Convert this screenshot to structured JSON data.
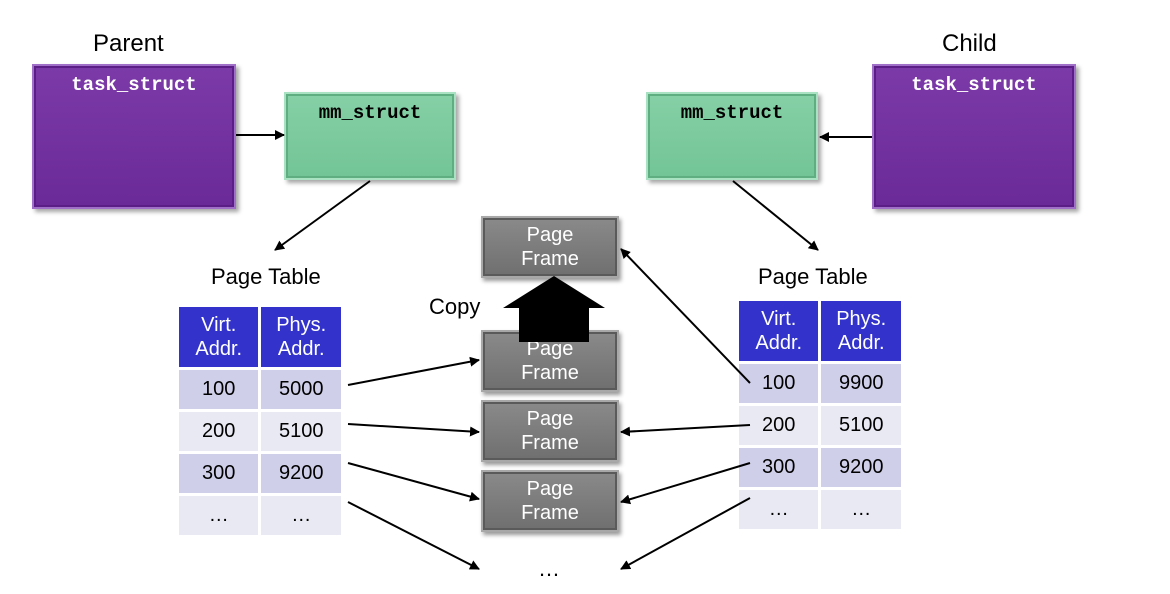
{
  "parent": {
    "title": "Parent",
    "task_struct": "task_struct",
    "mm_struct": "mm_struct",
    "page_table_title": "Page Table"
  },
  "child": {
    "title": "Child",
    "task_struct": "task_struct",
    "mm_struct": "mm_struct",
    "page_table_title": "Page Table"
  },
  "table_headers": {
    "virt": [
      "Virt.",
      "Addr."
    ],
    "phys": [
      "Phys.",
      "Addr."
    ]
  },
  "parent_rows": [
    {
      "virt": "100",
      "phys": "5000"
    },
    {
      "virt": "200",
      "phys": "5100"
    },
    {
      "virt": "300",
      "phys": "9200"
    },
    {
      "virt": "…",
      "phys": "…"
    }
  ],
  "child_rows": [
    {
      "virt": "100",
      "phys": "9900"
    },
    {
      "virt": "200",
      "phys": "5100"
    },
    {
      "virt": "300",
      "phys": "9200"
    },
    {
      "virt": "…",
      "phys": "…"
    }
  ],
  "page_frame_label": [
    "Page",
    "Frame"
  ],
  "copy_label": "Copy",
  "ellipsis": "…"
}
